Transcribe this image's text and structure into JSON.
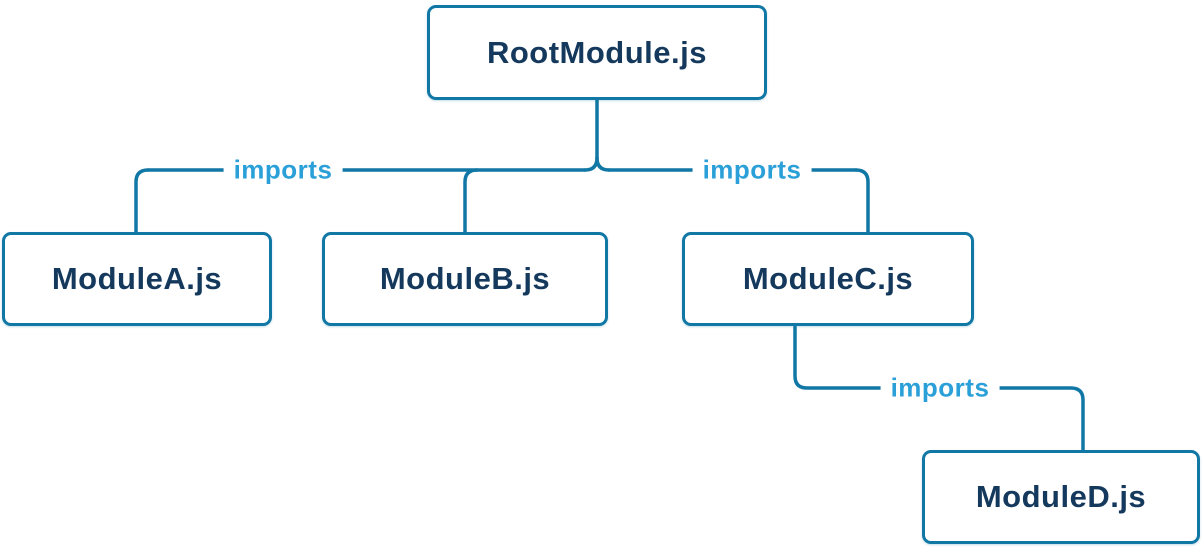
{
  "diagram": {
    "nodes": [
      {
        "id": "root",
        "label": "RootModule.js"
      },
      {
        "id": "a",
        "label": "ModuleA.js"
      },
      {
        "id": "b",
        "label": "ModuleB.js"
      },
      {
        "id": "c",
        "label": "ModuleC.js"
      },
      {
        "id": "d",
        "label": "ModuleD.js"
      }
    ],
    "edges": [
      {
        "from": "root",
        "to": "a",
        "label": "imports"
      },
      {
        "from": "root",
        "to": "b",
        "label": ""
      },
      {
        "from": "root",
        "to": "c",
        "label": "imports"
      },
      {
        "from": "c",
        "to": "d",
        "label": "imports"
      }
    ],
    "colors": {
      "line": "#1177a5",
      "node_border": "#1177a5",
      "node_text": "#14395c",
      "edge_label": "#2ba0d8",
      "node_bg": "#ffffff"
    }
  }
}
